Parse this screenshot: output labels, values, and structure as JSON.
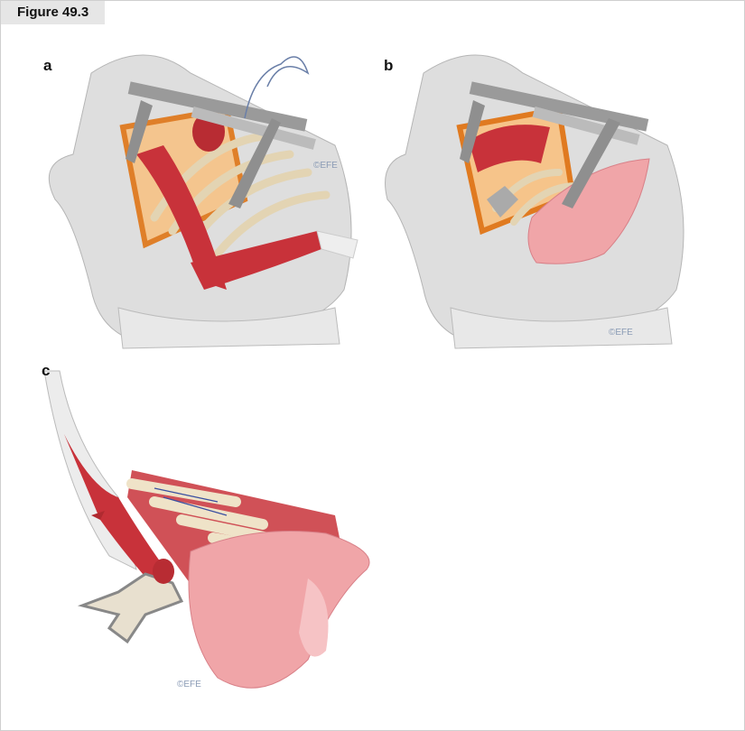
{
  "figure_label": "Figure 49.3",
  "panels": [
    {
      "label": "a",
      "copyright": "©EFE"
    },
    {
      "label": "b",
      "copyright": "©EFE"
    },
    {
      "label": "c",
      "copyright": "©EFE"
    }
  ],
  "colors": {
    "muscle": "#c8323a",
    "lung": "#f0a5a8",
    "rib": "#efe3c8",
    "skin": "#d9d9d9",
    "retractor": "#8f8f8f",
    "fat": "#f0a020"
  }
}
